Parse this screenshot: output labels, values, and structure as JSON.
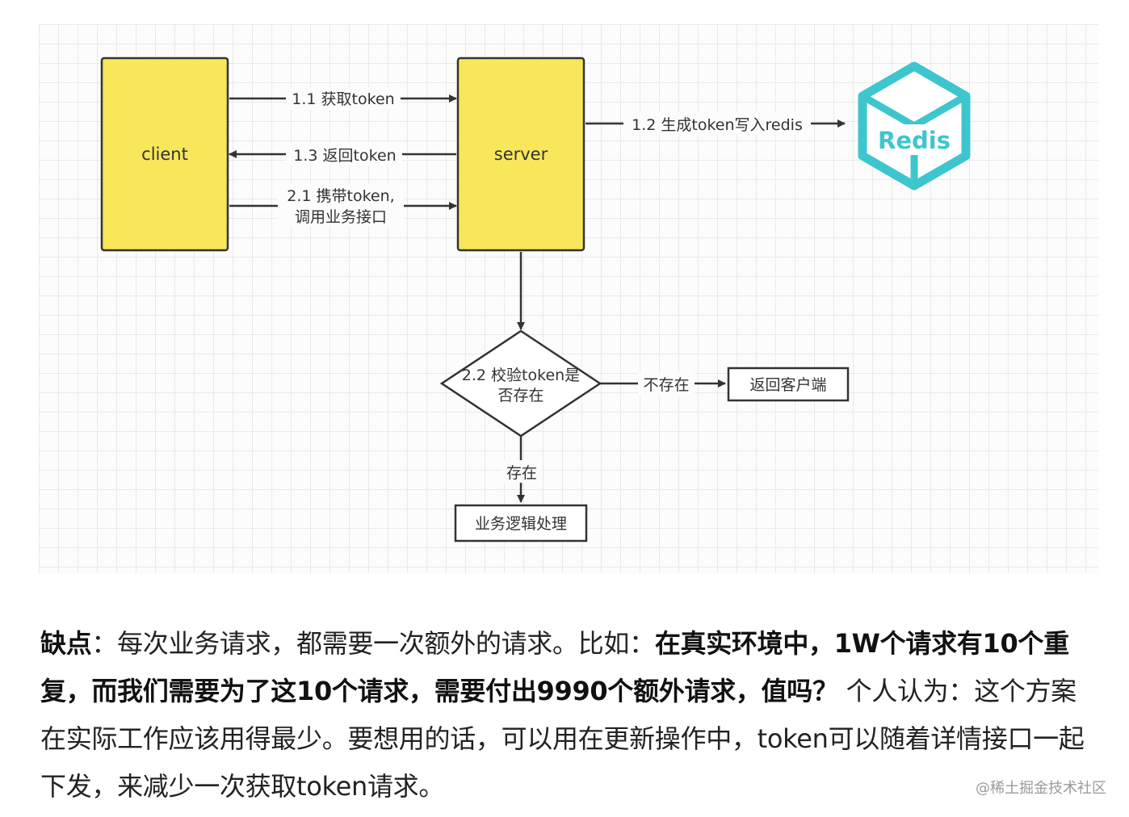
{
  "diagram": {
    "client_label": "client",
    "server_label": "server",
    "redis_label": "Redis",
    "edges": {
      "get_token": "1.1 获取token",
      "return_token": "1.3 返回token",
      "carry_token_line1": "2.1 携带token,",
      "carry_token_line2": "调用业务接口",
      "generate_token": "1.2 生成token写入redis",
      "not_exist": "不存在",
      "exist": "存在"
    },
    "decision_line1": "2.2 校验token是",
    "decision_line2": "否存在",
    "return_client_label": "返回客户端",
    "business_logic_label": "业务逻辑处理",
    "colors": {
      "box_fill": "#f8e75a",
      "box_stroke": "#333333",
      "redis": "#3ec6cf"
    }
  },
  "article": {
    "segments": [
      {
        "text": "缺点",
        "bold": true
      },
      {
        "text": "：每次业务请求，都需要一次额外的请求。比如：",
        "bold": false
      },
      {
        "text": "在真实环境中，1W个请求有10个重复，而我们需要为了这10个请求，需要付出9990个额外请求，值吗？",
        "bold": true
      },
      {
        "text": " 个人认为：这个方案在实际工作应该用得最少。要想用的话，可以用在更新操作中，token可以随着详情接口一起下发，来减少一次获取token请求。",
        "bold": false
      }
    ]
  },
  "watermark": "@稀土掘金技术社区"
}
